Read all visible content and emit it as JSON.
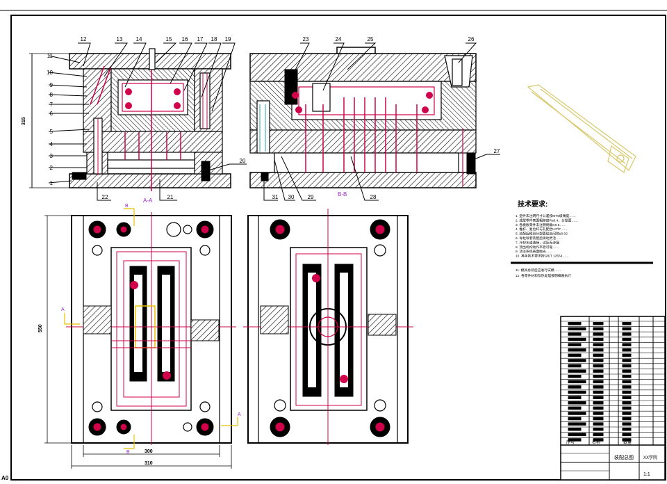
{
  "balloons": {
    "left": [
      {
        "n": "11"
      },
      {
        "n": "10"
      },
      {
        "n": "9"
      },
      {
        "n": "8"
      },
      {
        "n": "7"
      },
      {
        "n": "6"
      },
      {
        "n": "5"
      },
      {
        "n": "4"
      },
      {
        "n": "3"
      },
      {
        "n": "2"
      },
      {
        "n": "1"
      }
    ],
    "top_left": [
      {
        "n": "12"
      },
      {
        "n": "13"
      },
      {
        "n": "14"
      },
      {
        "n": "15"
      },
      {
        "n": "16"
      },
      {
        "n": "17"
      },
      {
        "n": "18"
      },
      {
        "n": "19"
      }
    ],
    "bottom_left": [
      {
        "n": "22"
      },
      {
        "n": "21"
      },
      {
        "n": "20"
      }
    ],
    "top_right": [
      {
        "n": "23"
      },
      {
        "n": "24"
      },
      {
        "n": "25"
      },
      {
        "n": "26"
      }
    ],
    "bottom_right": [
      {
        "n": "31"
      },
      {
        "n": "30"
      },
      {
        "n": "29"
      },
      {
        "n": "28"
      },
      {
        "n": "27"
      }
    ]
  },
  "section_labels": {
    "aa": "A-A",
    "bb": "B-B"
  },
  "cut_marks": {
    "a": "A",
    "b": "B"
  },
  "dims": {
    "height_side": "315",
    "width_inner": "300",
    "width_outer": "310",
    "height_plan": "550"
  },
  "tech_req": {
    "title": "技术要求:",
    "lines": [
      "1. 塑件未注明尺寸公差按MT5级精度……",
      "2. 成型零件表面粗糙度Ra0.4，分型面……",
      "3. 各模板零件未注明倒角C0.5……",
      "4. 推杆、复位杆与孔配合H7/f7……",
      "5. 装配后模具分型面贴合间隙≤0.02",
      "6. 导柱导套装配后滑动灵活……",
      "7. 冷却水道通畅，试压无渗漏",
      "8. 顶出机构动作平稳可靠……",
      "9. 浇注系统表面抛光……",
      "10. 其余技术要求按GB/T 12554……"
    ],
    "extra": [
      "11. 模具总装后应进行试模……",
      "12. 各零件材料及热处理按明细表执行"
    ]
  },
  "title_block": {
    "row_labels": [
      "序号",
      "名称",
      "数量"
    ],
    "company": "XX学院",
    "drawing_name": "装配总图",
    "scale": "1:1"
  },
  "corner": "A0"
}
